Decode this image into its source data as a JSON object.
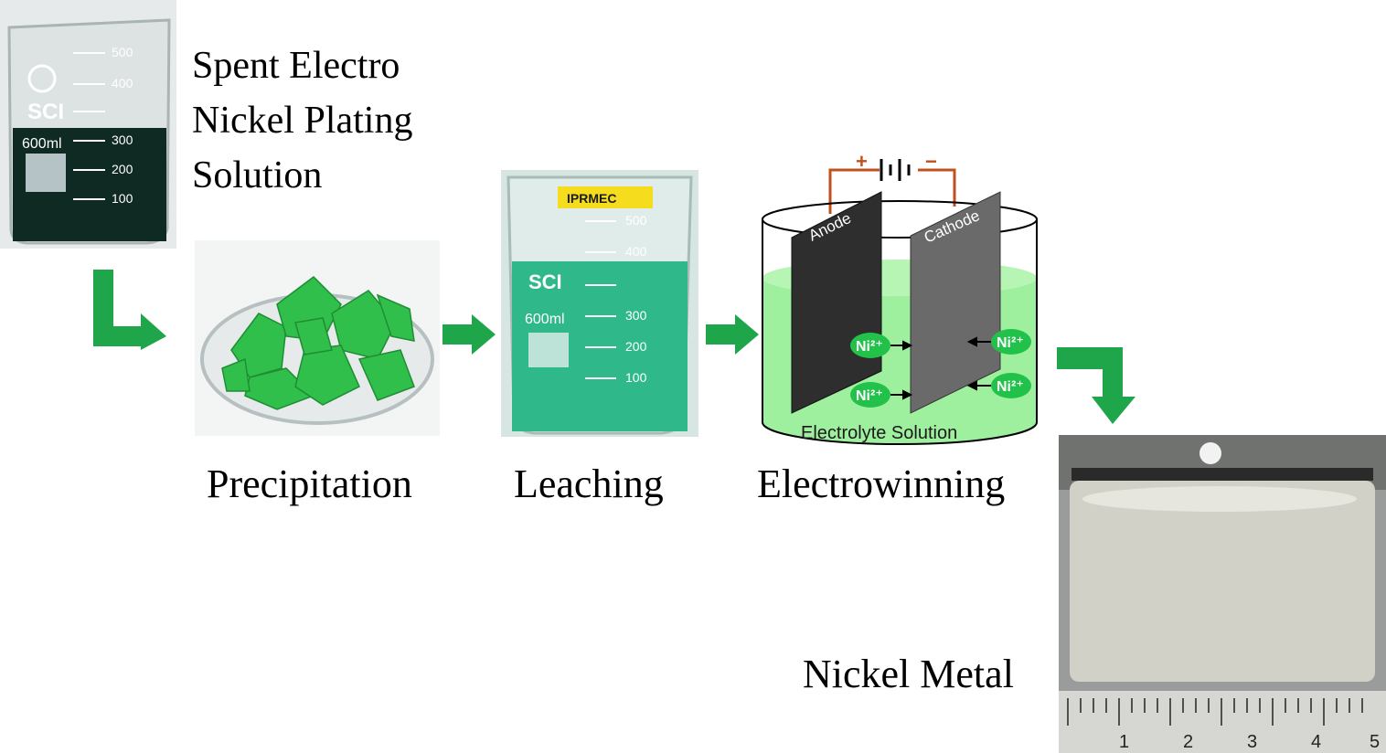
{
  "steps": {
    "start": {
      "label_lines": [
        "Spent Electro",
        "Nickel Plating",
        "Solution"
      ]
    },
    "precipitation": {
      "label": "Precipitation"
    },
    "leaching": {
      "label": "Leaching"
    },
    "electrowinning": {
      "label": "Electrowinning"
    },
    "product": {
      "label": "Nickel Metal"
    }
  },
  "beaker1": {
    "brand": "SCI",
    "capacity": "600ml",
    "marks": [
      "500",
      "400",
      "300",
      "200",
      "100"
    ]
  },
  "beaker2": {
    "brand": "SCI",
    "capacity": "600ml",
    "sticker": "IPRMEC",
    "marks": [
      "500",
      "400",
      "300",
      "200",
      "100"
    ]
  },
  "cell": {
    "anode": "Anode",
    "cathode": "Cathode",
    "solution": "Electrolyte Solution",
    "plus": "+",
    "minus": "−",
    "ion": "Ni²⁺"
  },
  "ruler": {
    "marks": [
      "1",
      "2",
      "3",
      "4",
      "5"
    ]
  },
  "colors": {
    "arrow": "#1fa54a",
    "electrolyte": "#9ef09e",
    "precipitate": "#2fbf4a",
    "leach": "#2fb98a",
    "wire": "#c0501e"
  }
}
